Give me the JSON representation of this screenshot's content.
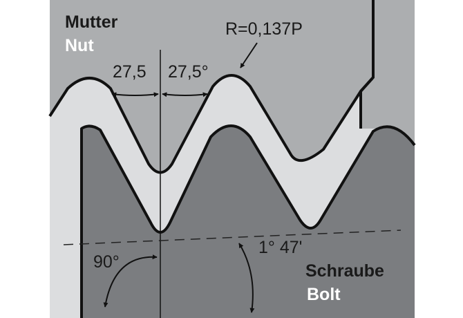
{
  "nut_label": "Mutter",
  "nut_label_en": "Nut",
  "bolt_label": "Schraube",
  "bolt_label_en": "Bolt",
  "radius_label": "R=0,137P",
  "half_angle_left": "27,5",
  "half_angle_right": "27,5°",
  "right_angle": "90°",
  "taper_angle": "1° 47'",
  "colors": {
    "nut_fill": "#acaeb0",
    "gap_fill": "#dcdddf",
    "bolt_fill": "#7b7d80",
    "outline": "#111111",
    "label_light": "#ffffff",
    "label_dark": "#1a1a1a"
  }
}
